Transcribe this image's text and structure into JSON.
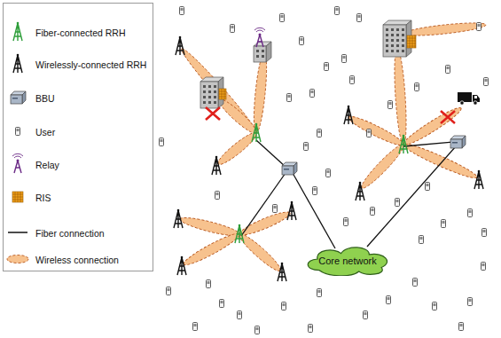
{
  "diagram": {
    "nodes": [
      {
        "text": [
          "Core network"
        ]
      }
    ],
    "legend": [
      {
        "text": "Fiber-connected RRH"
      },
      {
        "text": "Wirelessly-connected RRH"
      },
      {
        "text": "BBU"
      },
      {
        "text": "User"
      },
      {
        "text": "Relay"
      },
      {
        "text": "RIS"
      },
      {
        "text": "Fiber connection"
      },
      {
        "text": "Wireless connection"
      }
    ]
  }
}
